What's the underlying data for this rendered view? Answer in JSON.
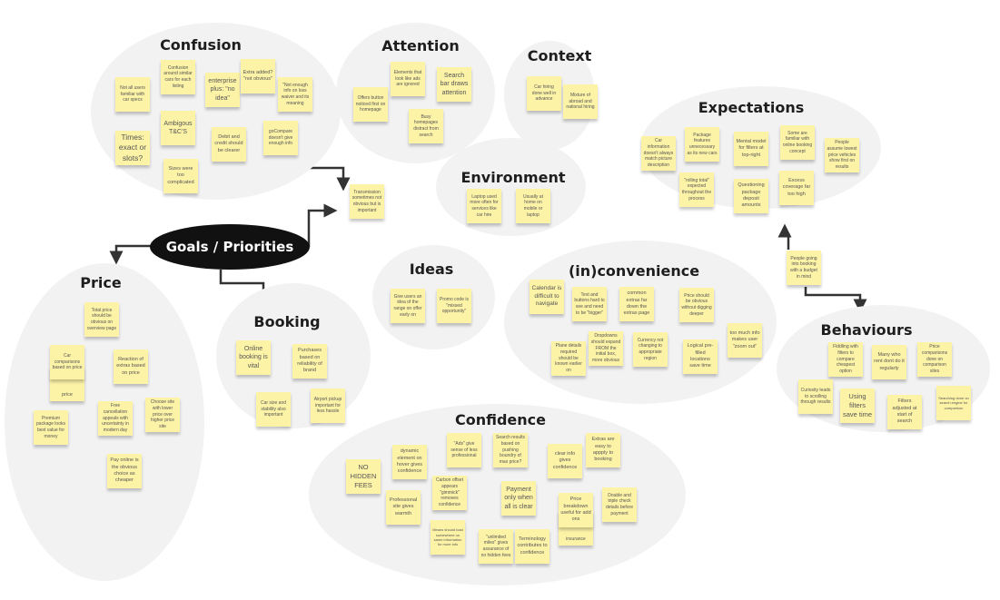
{
  "central": "Goals / Priorities",
  "colors": {
    "note": "#fdf3a7",
    "cluster": "#f2f2f2",
    "central": "#111111",
    "arrow": "#333333"
  },
  "standalone_notes": {
    "transmission": "Transmission sometimes not obvious but is important",
    "budget": "People going into booking with a budget in mind"
  },
  "groups": [
    {
      "key": "confusion",
      "title": "Confusion",
      "notes": [
        "Not all users familiar with car specs",
        "Confusion around similar cars for each listing",
        "enterprise plus: \"no idea\"",
        "Extra added? \"not obvious\"",
        "\"Not enough info on loss waiver and its meaning",
        "Ambigous T&C'S",
        "Times: exact or slots?",
        "Debit and credit should be clearer",
        "goCompare doesn't give enough info",
        "Sizes were too complicated"
      ]
    },
    {
      "key": "attention",
      "title": "Attention",
      "notes": [
        "Offers button noticed first on homepage",
        "Elements that look like ads are ignored",
        "Search bar draws attention",
        "Busy homepages distract from search"
      ]
    },
    {
      "key": "context",
      "title": "Context",
      "notes": [
        "Car hiring done well in advance",
        "Mixture of abroad and national hiring"
      ]
    },
    {
      "key": "environment",
      "title": "Environment",
      "notes": [
        "Laptop used more often for services like car hire",
        "Usually at home on mobile or laptop"
      ]
    },
    {
      "key": "expectations",
      "title": "Expectations",
      "notes": [
        "Car information doesn't always match picture description",
        "Package features unnecessary as its new cars",
        "Mental model for filters at top-right",
        "Some are familiar with online booking concept",
        "People assume lowest price vehicles show first on results",
        "\"rolling total\" expected throughout the process",
        "Questioning package deposit amounts",
        "Excess coverage far too high"
      ]
    },
    {
      "key": "behaviours",
      "title": "Behaviours",
      "notes": [
        "Fiddling with filters to compare cheapest option",
        "Many who rent dont do it regularly",
        "Price comparisons done on comparison sites",
        "Curiosity leads to scrolling through results",
        "Using filters save time",
        "Filters adjusted at start of search",
        "Searching done on search engine for comparison"
      ]
    },
    {
      "key": "inconvenience",
      "title": "(in)convenience",
      "notes": [
        "Calendar is difficult to navigate",
        "Text and buttons hard to see and need to be \"bigger\"",
        "common extras far down the extras page",
        "Price should be obvious without digging deeper",
        "Plane details required should be known earlier on",
        "Dropdowns should expand FROM the initial box, more obvious",
        "Currency not changing to appropriate region",
        "Logical pre-filled locations save time",
        "too much info makes user \"zoom out\""
      ]
    },
    {
      "key": "ideas",
      "title": "Ideas",
      "notes": [
        "Give users an idea of the range on offer early on",
        "Promo code is \"missed opportunity\""
      ]
    },
    {
      "key": "booking",
      "title": "Booking",
      "notes": [
        "Online booking is vital",
        "Purchases based on reliability of brand",
        "Car size and stability also important",
        "Airport pickup important for less hassle"
      ]
    },
    {
      "key": "price",
      "title": "Price",
      "notes": [
        "Total price should be obvious on overview page",
        "price",
        "Car comparisons based on price",
        "Reaction of extras based on price",
        "Premium package looks best value for money",
        "Free cancellation appeals with uncertainty in modern day",
        "Choose site with lower price over higher price site",
        "Pay online is the obvious choice as cheaper"
      ]
    },
    {
      "key": "confidence",
      "title": "Confidence",
      "notes": [
        "NO HIDDEN FEES",
        "dynamic element on hover gives confidence",
        "\"Ads\" give sense of less professional",
        "Search results based on pushing boundry of max price?",
        "clear info gives confidence",
        "Extras are easy to appply to booking",
        "Carbon offset appears \"gimmick\" removes confidence",
        "Payment only when all is clear",
        "Professional site gives warmth",
        "insurance",
        "Price breakdown useful for add ons",
        "Double and triple check details before payment",
        "Means should load somewhere on same information for more info",
        "\"unlimited miles\" gives assurance of no hidden fees",
        "Terminology contributes to confidence"
      ]
    }
  ]
}
